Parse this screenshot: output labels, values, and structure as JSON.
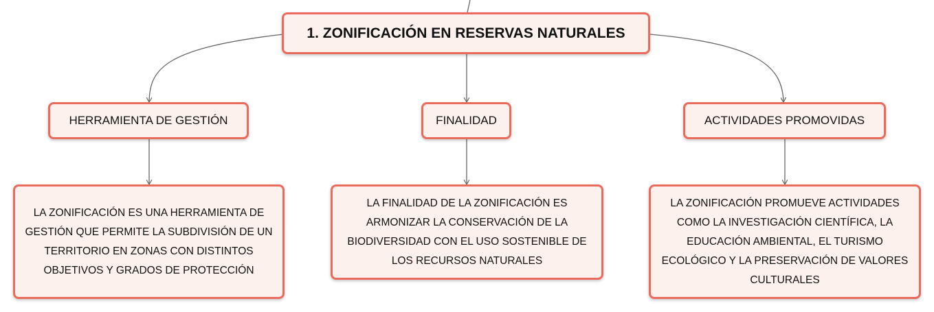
{
  "colors": {
    "node_border": "#ea6b5b",
    "node_fill": "#fdf1ed",
    "connector": "#666666",
    "text": "#111111"
  },
  "root": {
    "label": "1. ZONIFICACIÓN EN RESERVAS NATURALES"
  },
  "topics": [
    {
      "label": "HERRAMIENTA DE GESTIÓN",
      "detail": "LA ZONIFICACIÓN ES UNA HERRAMIENTA DE GESTIÓN QUE PERMITE LA SUBDIVISIÓN DE UN TERRITORIO EN ZONAS CON DISTINTOS OBJETIVOS Y GRADOS DE PROTECCIÓN"
    },
    {
      "label": "FINALIDAD",
      "detail": "LA FINALIDAD DE LA ZONIFICACIÓN ES ARMONIZAR LA CONSERVACIÓN DE LA BIODIVERSIDAD CON EL USO SOSTENIBLE DE LOS RECURSOS NATURALES"
    },
    {
      "label": "ACTIVIDADES PROMOVIDAS",
      "detail": "LA ZONIFICACIÓN PROMUEVE ACTIVIDADES COMO LA INVESTIGACIÓN CIENTÍFICA, LA EDUCACIÓN AMBIENTAL, EL TURISMO ECOLÓGICO Y LA PRESERVACIÓN DE VALORES CULTURALES"
    }
  ]
}
